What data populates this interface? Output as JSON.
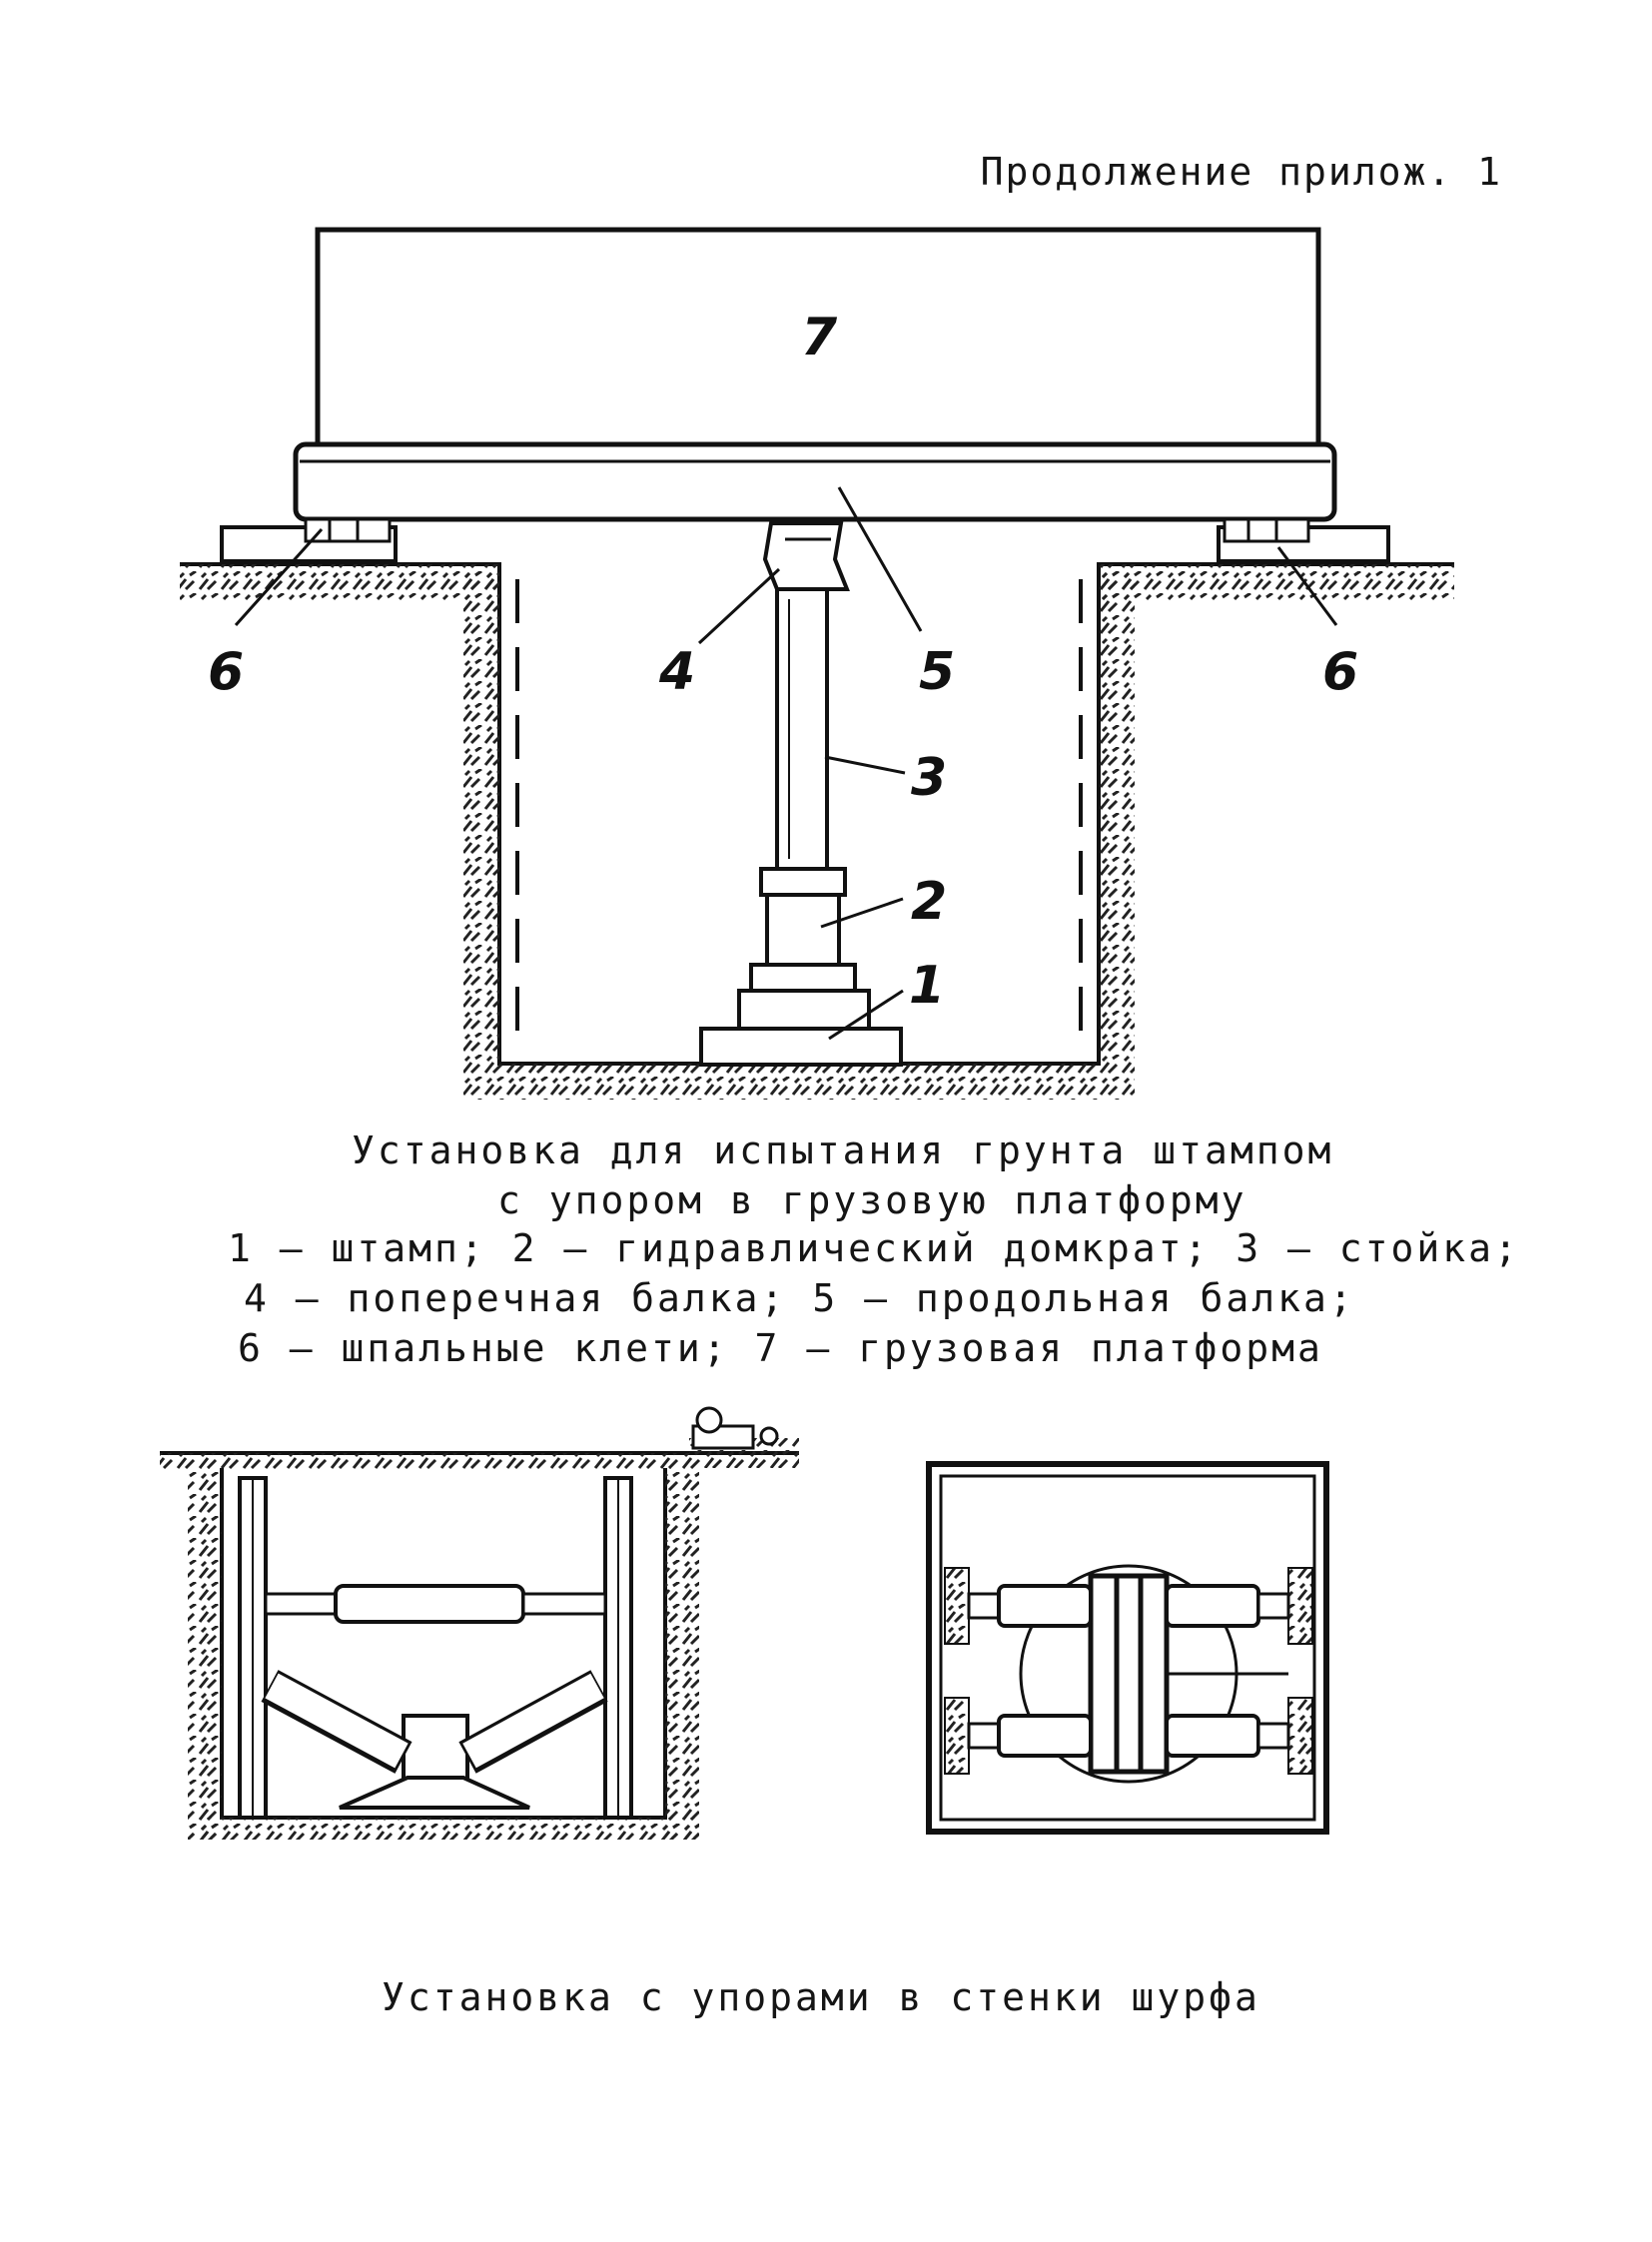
{
  "header": "Продолжение прилож. 1",
  "figure1": {
    "labels": {
      "l1": "1",
      "l2": "2",
      "l3": "3",
      "l4": "4",
      "l5": "5",
      "l6a": "6",
      "l6b": "6",
      "l7": "7"
    },
    "caption": [
      "Установка для испытания грунта штампом",
      "с упором в грузовую платформу",
      "1 – штамп; 2 – гидравлический домкрат; 3 – стойка;",
      "4 – поперечная балка; 5 – продольная балка;",
      "6 – шпальные клети; 7 – грузовая платформа"
    ]
  },
  "figure2": {
    "caption": "Установка с упорами в стенки шурфа"
  }
}
